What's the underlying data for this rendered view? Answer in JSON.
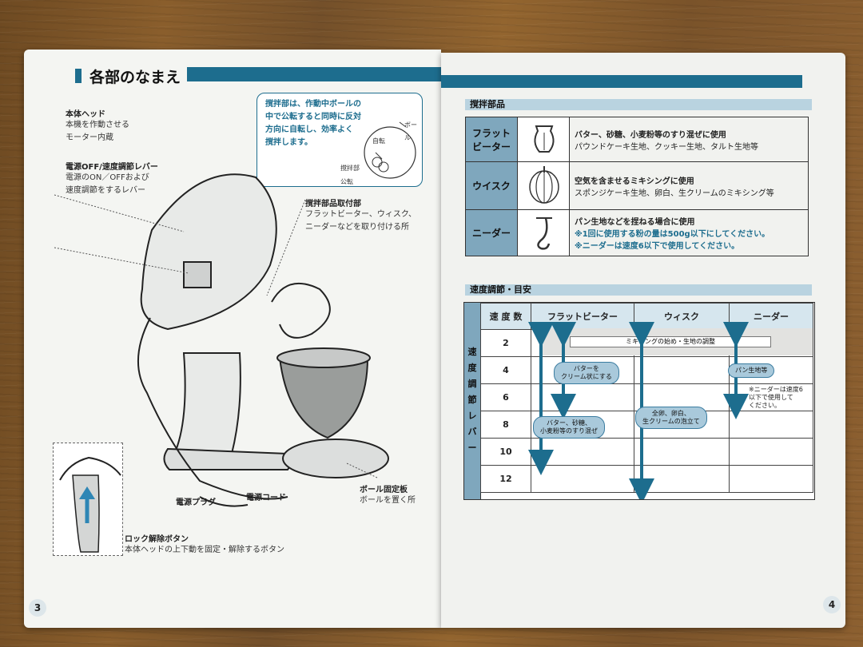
{
  "left_page": {
    "title": "各部のなまえ",
    "callout": [
      "撹拌部は、作動中ボールの",
      "中で公転すると同時に反対",
      "方向に自転し、効率よく",
      "撹拌します。"
    ],
    "callout_labels": {
      "bowl": "ボール",
      "rotation": "自転",
      "mixer": "撹拌部",
      "revolution": "公転"
    },
    "parts": [
      {
        "name": "本体ヘッド",
        "desc": [
          "本機を作動させる",
          "モーター内蔵"
        ]
      },
      {
        "name": "電源OFF/速度調節レバー",
        "desc": [
          "電源のON／OFFおよび",
          "速度調節をするレバー"
        ]
      },
      {
        "name": "撹拌部品取付部",
        "desc": [
          "フラットビーター、ウィスク、",
          "ニーダーなどを取り付ける所"
        ]
      },
      {
        "name": "電源プラグ",
        "desc": []
      },
      {
        "name": "電源コード",
        "desc": []
      },
      {
        "name": "ボール固定板",
        "desc": [
          "ボールを置く所"
        ]
      },
      {
        "name": "ロック解除ボタン",
        "desc": [
          "本体ヘッドの上下動を固定・解除するボタン"
        ]
      }
    ],
    "page_number": "3"
  },
  "right_page": {
    "section1_title": "撹拌部品",
    "attachments": [
      {
        "name": [
          "フラット",
          "ビーター"
        ],
        "line1": "バター、砂糖、小麦粉等のすり混ぜに使用",
        "line2": "パウンドケーキ生地、クッキー生地、タルト生地等",
        "line3": ""
      },
      {
        "name": [
          "ウイスク"
        ],
        "line1": "空気を含ませるミキシングに使用",
        "line2": "スポンジケーキ生地、卵白、生クリームのミキシング等",
        "line3": ""
      },
      {
        "name": [
          "ニーダー"
        ],
        "line1": "パン生地などを捏ねる場合に使用",
        "line2": "※1回に使用する粉の量は500g以下にしてください。",
        "line3": "※ニーダーは速度6以下で使用してください。"
      }
    ],
    "section2_title": "速度調節・目安",
    "speed_table": {
      "side_label": [
        "速",
        "度",
        "調",
        "節",
        "レ",
        "バ",
        "ー"
      ],
      "headers": [
        "速 度 数",
        "フラットビーター",
        "ウィスク",
        "ニーダー"
      ],
      "speeds": [
        "2",
        "4",
        "6",
        "8",
        "10",
        "12"
      ],
      "bar_label": "ミキシングの始め・生地の調整",
      "notes": {
        "butter_cream": [
          "バターを",
          "クリーム状にする"
        ],
        "butter_sugar": [
          "バター、砂糖、",
          "小麦粉等のすり混ぜ"
        ],
        "whisk_note": [
          "全卵、卵白、",
          "生クリームの泡立て"
        ],
        "dough": [
          "パン生地等"
        ],
        "kneader_note": [
          "※ニーダーは速度6",
          "以下で使用して",
          "ください。"
        ]
      }
    },
    "page_number": "4"
  },
  "colors": {
    "accent": "#1d6d8e",
    "header_blue": "#7fa7bd",
    "light_blue": "#a9c9db",
    "arrow": "#1d6d8e"
  }
}
